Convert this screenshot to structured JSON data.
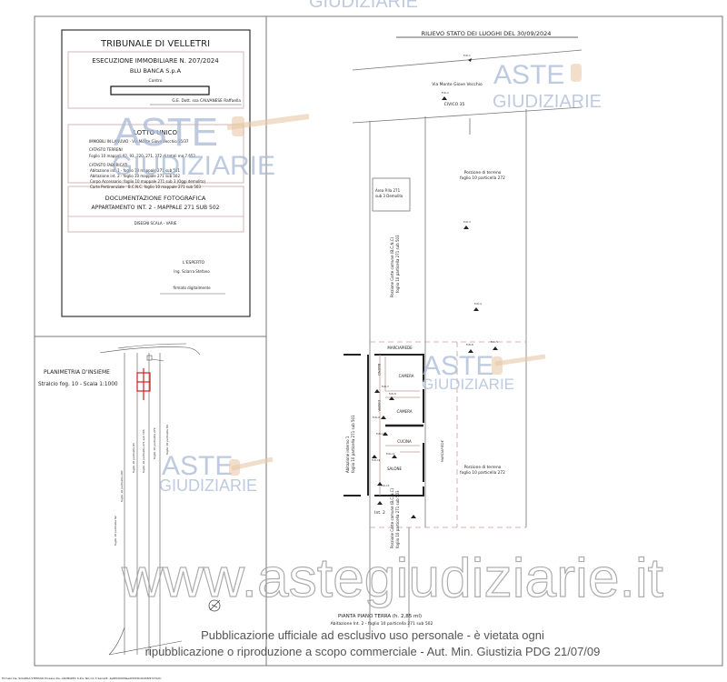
{
  "top_watermark": "GIUDIZIARIE",
  "title_block": {
    "court": "TRIBUNALE DI VELLETRI",
    "execution": "ESECUZIONE IMMOBILIARE N. 207/2024",
    "creditor": "BLU BANCA S.p.A",
    "against": "Contro",
    "judge": "G.E. Dott. ssa CALVANESE Raffaella",
    "lot": "LOTTO UNICO",
    "property": "IMMOBILI IN LANUVIO - Via Monte Giove Vecchio 35/37",
    "land_registry_title": "CATASTO TERRENI",
    "land_registry": "Foglio 10 mappali 92, 93, 220, 271, 272 di totali mq 7.652",
    "building_registry_title": "CATASTO FABBRICATI",
    "building_registry": [
      "Abitazione int. 1 - foglio 10 mappale 271 sub 501",
      "Abitazione int. 2 - foglio 10 mappale 271 sub 502",
      "Corpo Accessorio: foglio 10 mappale 271 sub 3 (Oggi demolito)",
      "Corte Pertinenziale : B.C.N.C. foglio 10 mappale 271 sub 503"
    ],
    "doc_title": "DOCUMENTAZIONE FOTOGRAFICA",
    "doc_subtitle": "APPARTAMENTO INT. 2 - MAPPALE 271 SUB 502",
    "drawings": "DISEGNI SCALA - VARIE",
    "expert_label": "L'ESPERTO",
    "expert_name": "Ing. Sciarra Stefano",
    "signature": "firmato digitalmente"
  },
  "site_plan": {
    "title": "PLANIMETRIA D'INSIEME",
    "subtitle": "Stralcio  fog. 10 - Scala 1:1000",
    "labels": [
      "foglio 10 particella 207",
      "foglio 10 particella 93",
      "foglio 10 particella 271 sub 503",
      "foglio 10 particella 272",
      "foglio 10 particella 94",
      "foglio 10 particella 92"
    ]
  },
  "survey": {
    "title": "RILIEVO STATO DEI LUOGHI DEL 30/09/2024",
    "street": "Via Monte Giove Vecchio",
    "civic": "CIVICO 35",
    "demolished_area": [
      "Area P.lla  271",
      "sub 3  Demolito"
    ],
    "land_portion": [
      "Porzione di terreno",
      "foglio 10 particella 272"
    ],
    "common_court": [
      "Porzione Corte comune (B.C.N.C)",
      "foglio 10 particella 271 sub 503"
    ],
    "apartment1": [
      "Abitazione interno 1",
      "foglio 10 particella 271 sub 501"
    ],
    "sidewalk": "MARCIAPIEDE",
    "rooms": [
      "BAGNO",
      "CAMERA",
      "DISIMP.",
      "CAMERA",
      "CUCINA",
      "SALONE"
    ],
    "int_label": "Int. 2",
    "plan_title": "PIANTA PIANO TERRA (h. 2,85 ml)",
    "plan_subtitle": "Abitazione Int. 2 - foglio 10 particella 271 sub 502",
    "photo_labels": [
      "Foto 1",
      "Foto 2",
      "Foto 3",
      "Foto 4",
      "Foto 5",
      "Foto 6",
      "Foto 7",
      "Foto 8",
      "Foto 9",
      "Foto 10",
      "Foto 11",
      "Foto 12",
      "Foto 13"
    ]
  },
  "watermark": {
    "aste": "ASTE",
    "giudiziarie": "GIUDIZIARIE",
    "url": "www.astegiudiziarie.it",
    "publication_line1": "Pubblicazione ufficiale ad esclusivo uso personale - è vietata ogni",
    "publication_line2": "ripubblicazione o riproduzione a scopo commerciale - Aut. Min. Giustizia PDG 21/07/09"
  },
  "footer_signature": "Firmato Da: SCIARRA STEFANO Emesso Da: ARUBAPEC S.P.A. NG CA 3 Serial#: 4e8f0d0908ae2f20f3bd0d06f27d7b0c"
}
